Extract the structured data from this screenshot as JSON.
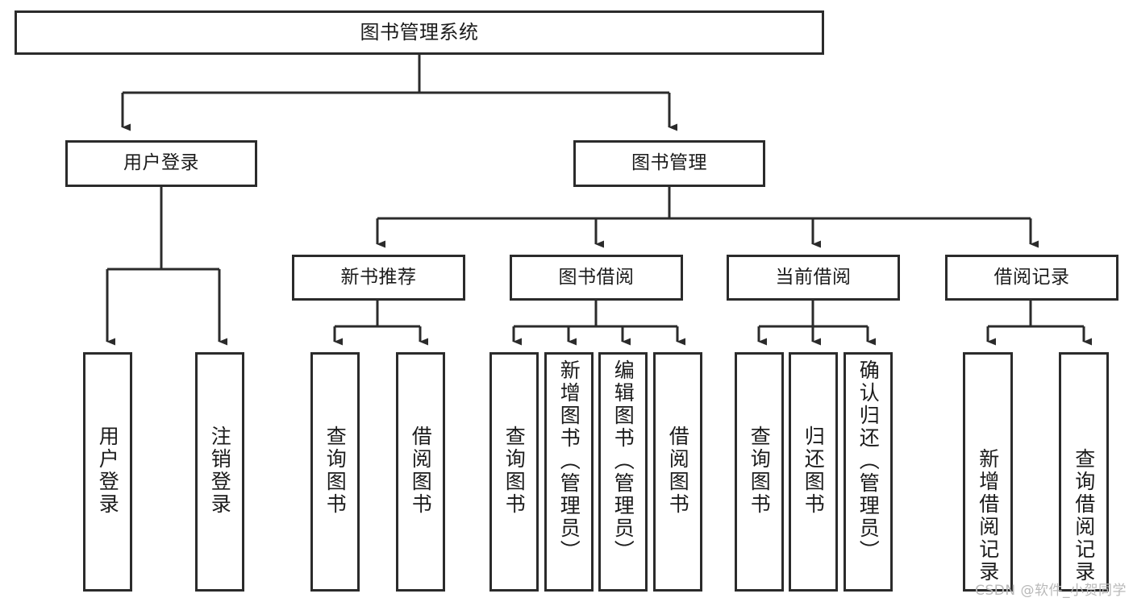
{
  "diagram": {
    "type": "hierarchy-tree",
    "title": "图书管理系统",
    "root": {
      "label": "图书管理系统"
    },
    "level2": [
      {
        "label": "用户登录"
      },
      {
        "label": "图书管理"
      }
    ],
    "level3": [
      {
        "label": "新书推荐"
      },
      {
        "label": "图书借阅"
      },
      {
        "label": "当前借阅"
      },
      {
        "label": "借阅记录"
      }
    ],
    "leaves_user_login": [
      {
        "label": "用户登录"
      },
      {
        "label": "注销登录"
      }
    ],
    "leaves_new_book": [
      {
        "label": "查询图书"
      },
      {
        "label": "借阅图书"
      }
    ],
    "leaves_borrow": [
      {
        "label": "查询图书"
      },
      {
        "label": "新增图书（管理员）"
      },
      {
        "label": "编辑图书（管理员）"
      },
      {
        "label": "借阅图书"
      }
    ],
    "leaves_current": [
      {
        "label": "查询图书"
      },
      {
        "label": "归还图书"
      },
      {
        "label": "确认归还（管理员）"
      }
    ],
    "leaves_records": [
      {
        "label": "新增借阅记录"
      },
      {
        "label": "查询借阅记录"
      }
    ]
  },
  "watermark": {
    "text": "CSDN @软件_小贺同学"
  },
  "colors": {
    "stroke": "#2b2b2b",
    "fill": "#ffffff",
    "text": "#1b1b1b",
    "watermark": "#b9b9b9"
  }
}
